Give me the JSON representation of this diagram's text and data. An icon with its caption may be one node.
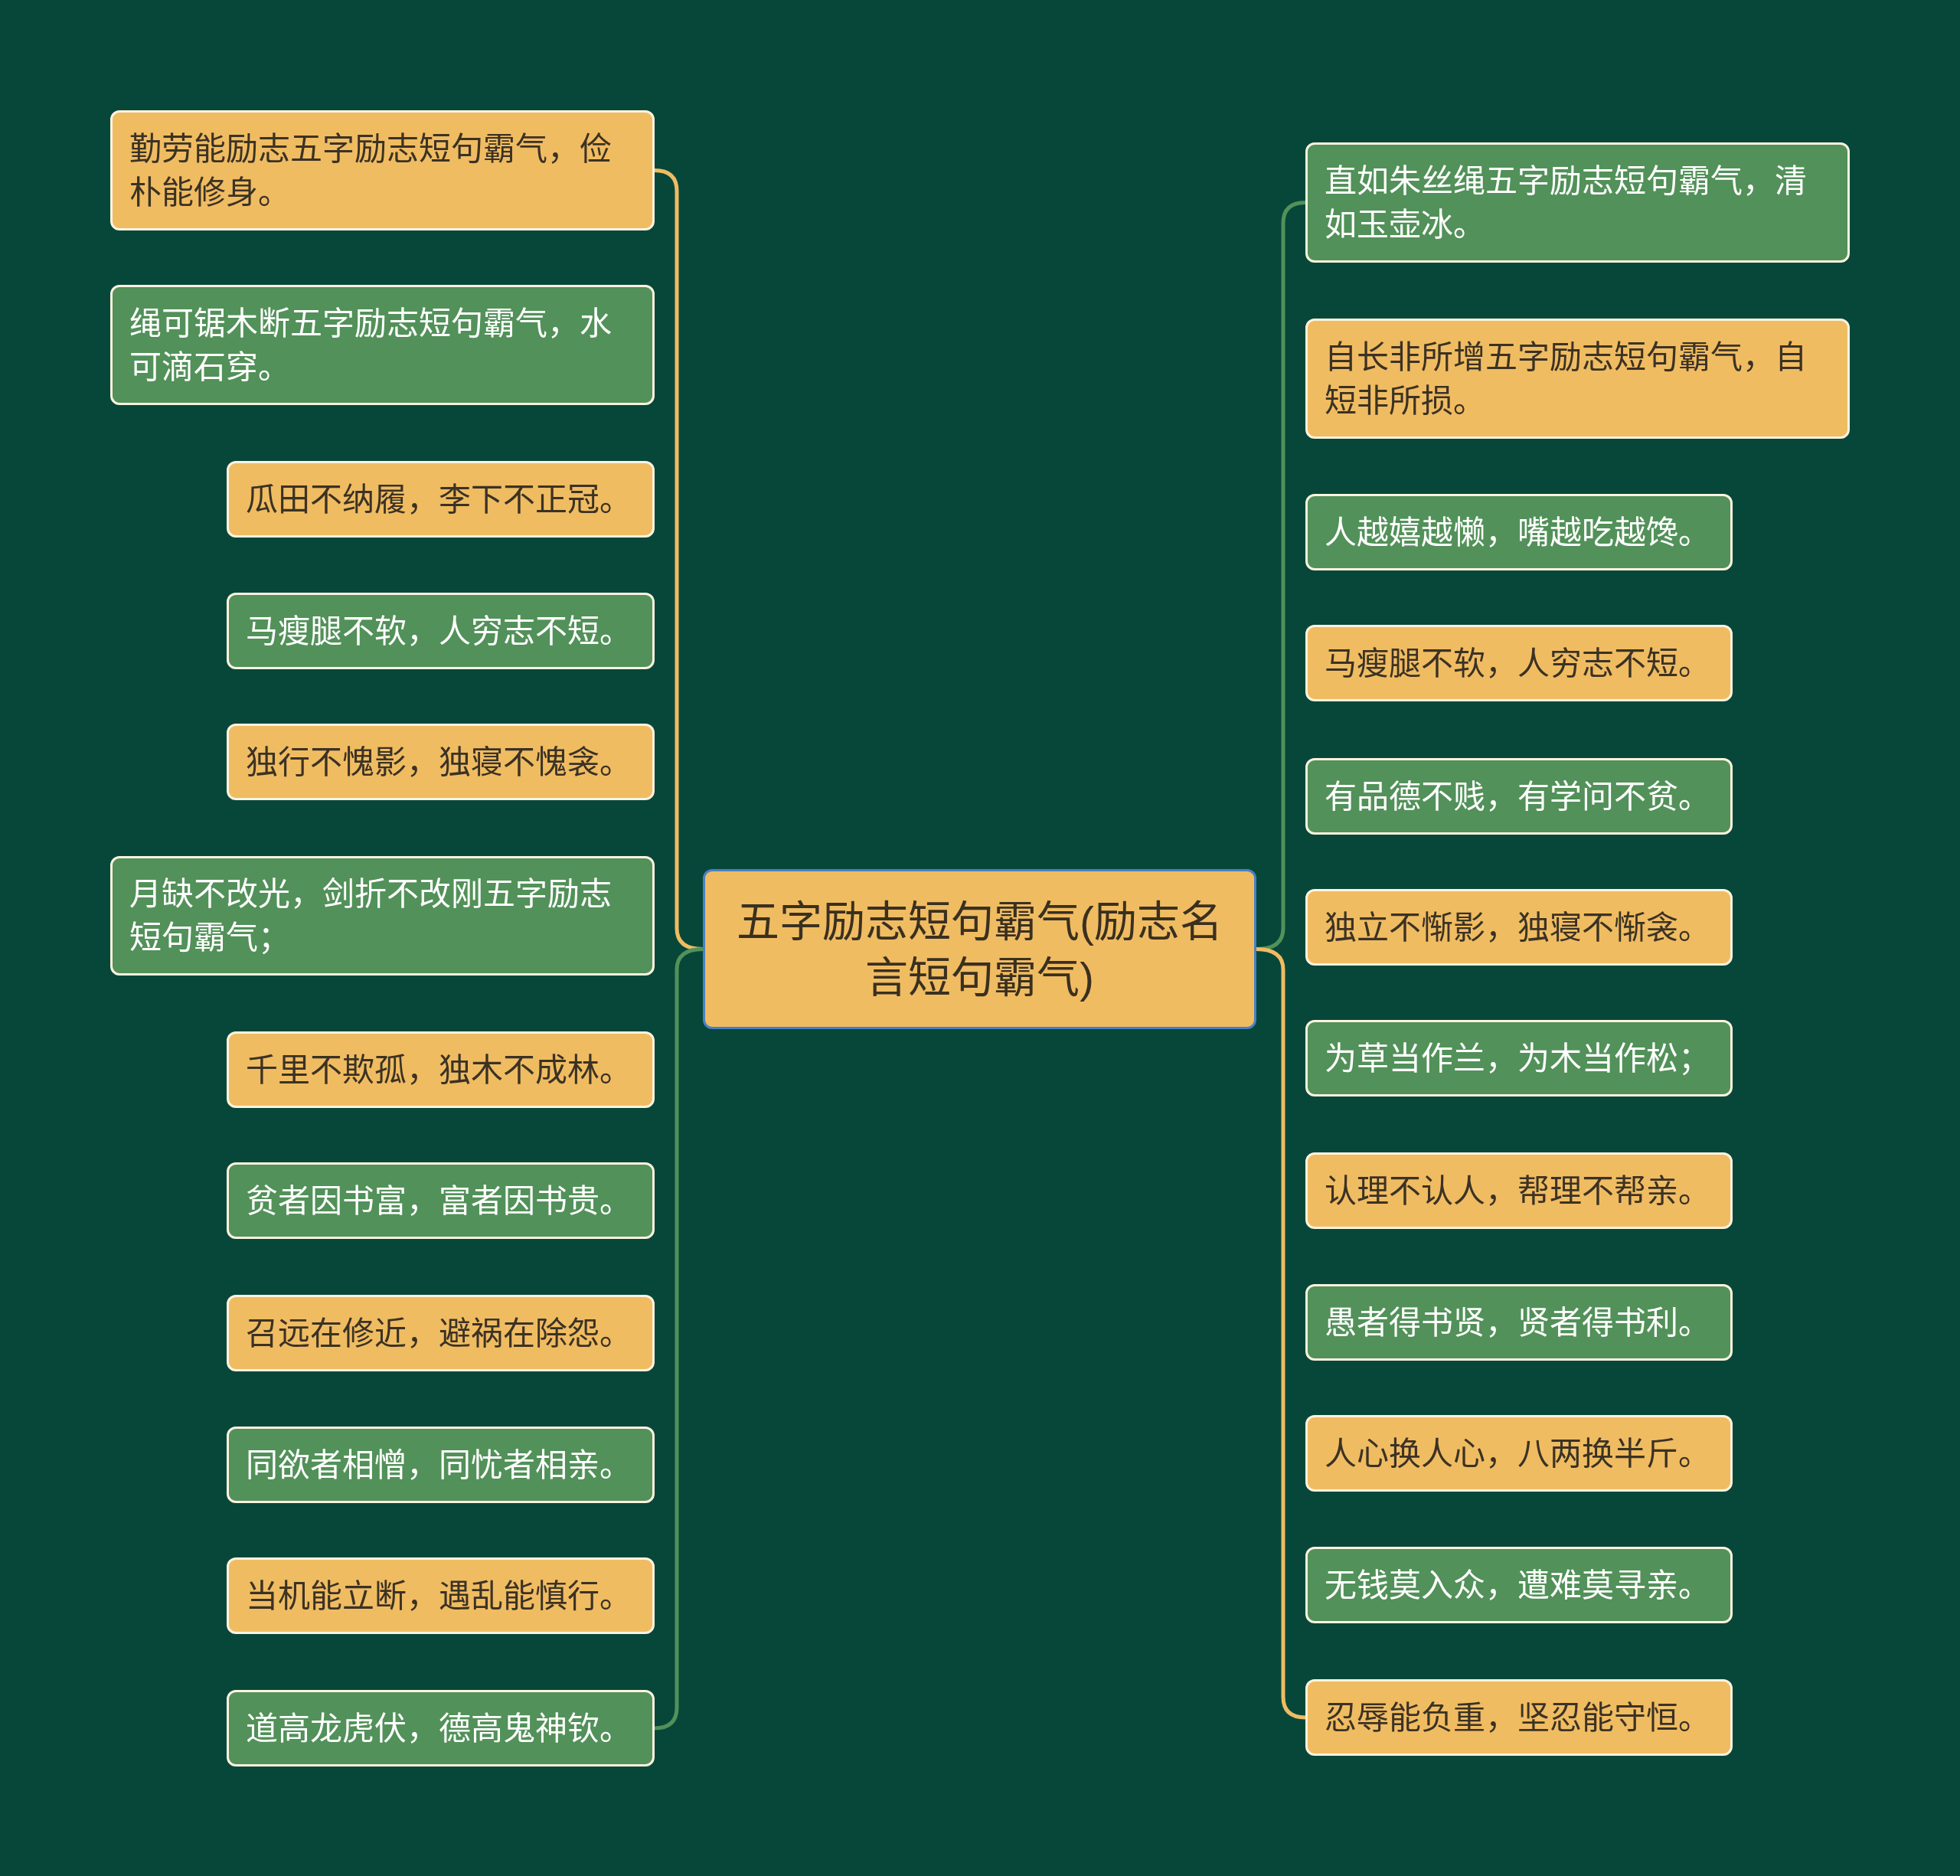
{
  "diagram": {
    "nodes": [
      {
        "text": [
          "五字励志短句霸气(励志名言短句霸气)"
        ]
      },
      {
        "text": [
          "勤劳能励志五字励志短句霸气，俭朴能修身。"
        ]
      },
      {
        "text": [
          "绳可锯木断五字励志短句霸气，水可滴石穿。"
        ]
      },
      {
        "text": [
          "瓜田不纳履，李下不正冠。"
        ]
      },
      {
        "text": [
          "马瘦腿不软，人穷志不短。"
        ]
      },
      {
        "text": [
          "独行不愧影，独寝不愧衾。"
        ]
      },
      {
        "text": [
          "月缺不改光，剑折不改刚五字励志短句霸气；"
        ]
      },
      {
        "text": [
          "千里不欺孤，独木不成林。"
        ]
      },
      {
        "text": [
          "贫者因书富，富者因书贵。"
        ]
      },
      {
        "text": [
          "召远在修近，避祸在除怨。"
        ]
      },
      {
        "text": [
          "同欲者相憎，同忧者相亲。"
        ]
      },
      {
        "text": [
          "当机能立断，遇乱能慎行。"
        ]
      },
      {
        "text": [
          "道高龙虎伏，德高鬼神钦。"
        ]
      },
      {
        "text": [
          "直如朱丝绳五字励志短句霸气，清如玉壶冰。"
        ]
      },
      {
        "text": [
          "自长非所增五字励志短句霸气，自短非所损。"
        ]
      },
      {
        "text": [
          "人越嬉越懒，嘴越吃越馋。"
        ]
      },
      {
        "text": [
          "马瘦腿不软，人穷志不短。"
        ]
      },
      {
        "text": [
          "有品德不贱，有学问不贫。"
        ]
      },
      {
        "text": [
          "独立不惭影，独寝不惭衾。"
        ]
      },
      {
        "text": [
          "为草当作兰，为木当作松；"
        ]
      },
      {
        "text": [
          "认理不认人，帮理不帮亲。"
        ]
      },
      {
        "text": [
          "愚者得书贤，贤者得书利。"
        ]
      },
      {
        "text": [
          "人心换人心，八两换半斤。"
        ]
      },
      {
        "text": [
          "无钱莫入众，遭难莫寻亲。"
        ]
      },
      {
        "text": [
          "忍辱能负重，坚忍能守恒。"
        ]
      }
    ],
    "edges": [
      {
        "from": 0,
        "to": 1,
        "arrow": "none",
        "color": "#f0bc62"
      },
      {
        "from": 0,
        "to": 12,
        "arrow": "none",
        "color": "#529159"
      },
      {
        "from": 0,
        "to": 13,
        "arrow": "none",
        "color": "#529159"
      },
      {
        "from": 0,
        "to": 24,
        "arrow": "none",
        "color": "#f0bc62"
      }
    ]
  }
}
